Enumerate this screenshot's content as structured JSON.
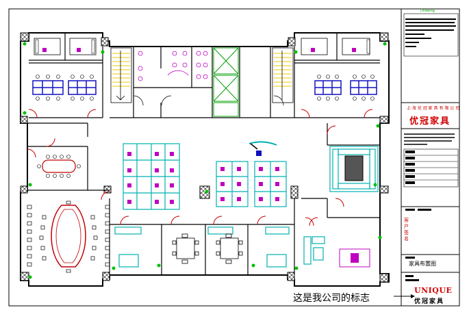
{
  "title_block": {
    "top_tag": "Drawing",
    "company_header": "上 海 优 冠 家 具 有 限 公 司",
    "brand_cn": "优冠家具",
    "drawing_name": "家具布置图",
    "vertical_label": "客户签名"
  },
  "annotation": {
    "caption": "这是我公司的标志"
  },
  "logo": {
    "text_en": "UNIQUE",
    "text_cn": "优冠家具"
  },
  "colors": {
    "wall": "#000000",
    "desk_blue": "#1010c0",
    "workstation_cyan": "#00b0b0",
    "chair_magenta": "#c000c0",
    "conference_red": "#c00000",
    "greenery": "#00c000",
    "stair_yellow": "#e8c800",
    "door_red": "#cc0000"
  },
  "icons": {
    "arrow": "arrow-left-icon",
    "stairs": "stairs-icon",
    "elevator": "elevator-icon"
  }
}
